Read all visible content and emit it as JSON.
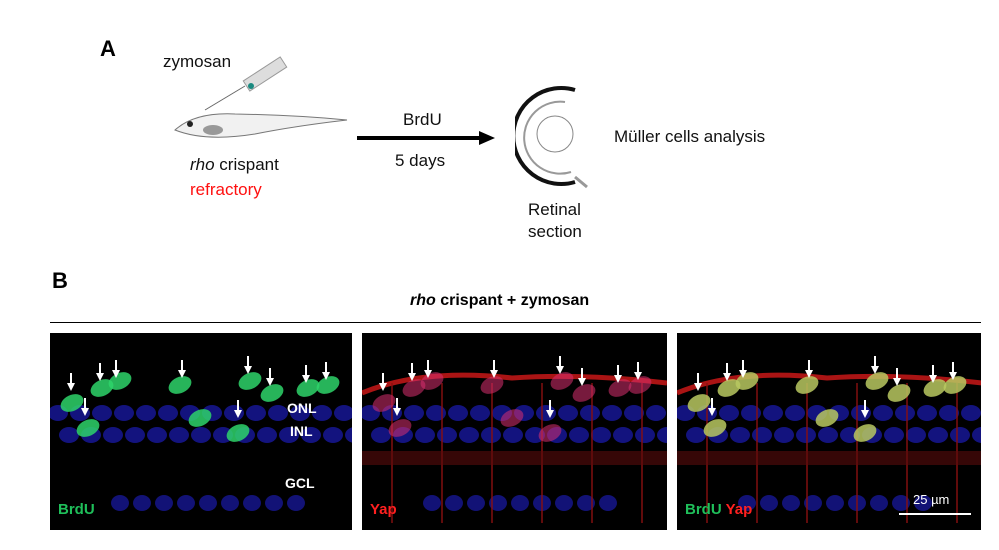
{
  "panel_a": {
    "label": "A",
    "injection": "zymosan",
    "fish_line_italic": "rho",
    "fish_line_rest": " crispant",
    "status": "refractory",
    "arrow_top": "BrdU",
    "arrow_bottom": "5 days",
    "retina_label_1": "Retinal",
    "retina_label_2": "section",
    "analysis": "Müller cells analysis"
  },
  "panel_b": {
    "label": "B",
    "title_italic": "rho",
    "title_rest": " crispant + zymosan",
    "layers": {
      "onl": "ONL",
      "inl": "INL",
      "gcl": "GCL"
    },
    "channel_1": "BrdU",
    "channel_2": "Yap",
    "merge_1": "BrdU",
    "merge_2": "Yap",
    "scale_bar": "25 µm"
  },
  "colors": {
    "status": "#ff1010",
    "brdu": "#1fbf5a",
    "yap": "#ff2020"
  }
}
